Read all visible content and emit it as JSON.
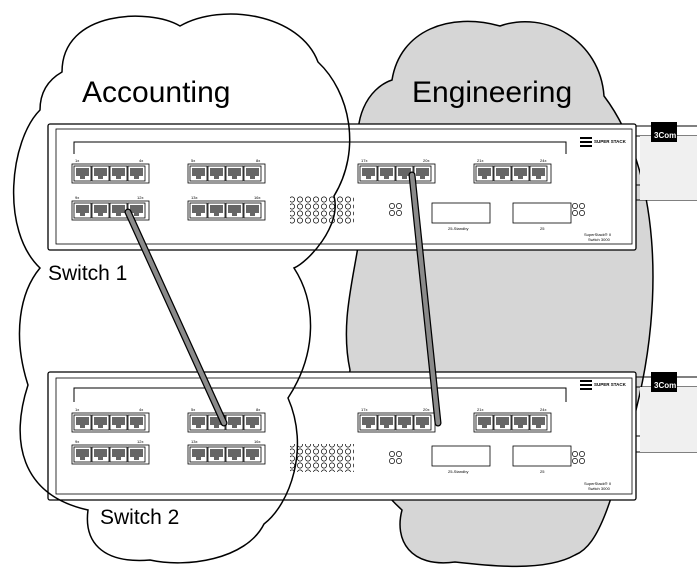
{
  "groups": {
    "accounting": "Accounting",
    "engineering": "Engineering"
  },
  "switches": {
    "s1": {
      "label": "Switch 1"
    },
    "s2": {
      "label": "Switch 2"
    }
  },
  "device": {
    "brand_logo": "3Com",
    "superstack": "SUPER STACK",
    "model_name": "SuperStack® II",
    "model_sub": "Switch 3000",
    "port_labels_left": [
      "1x",
      "4x",
      "5x",
      "8x",
      "9x",
      "12x",
      "13x",
      "16x"
    ],
    "port_labels_right": [
      "17x",
      "20x",
      "21x",
      "24x"
    ],
    "module_labels": [
      "25-Standby",
      "25"
    ]
  },
  "colors": {
    "engineering_fill": "#d6d6d6",
    "cable": "#8a8a8a",
    "port": "#666666"
  }
}
